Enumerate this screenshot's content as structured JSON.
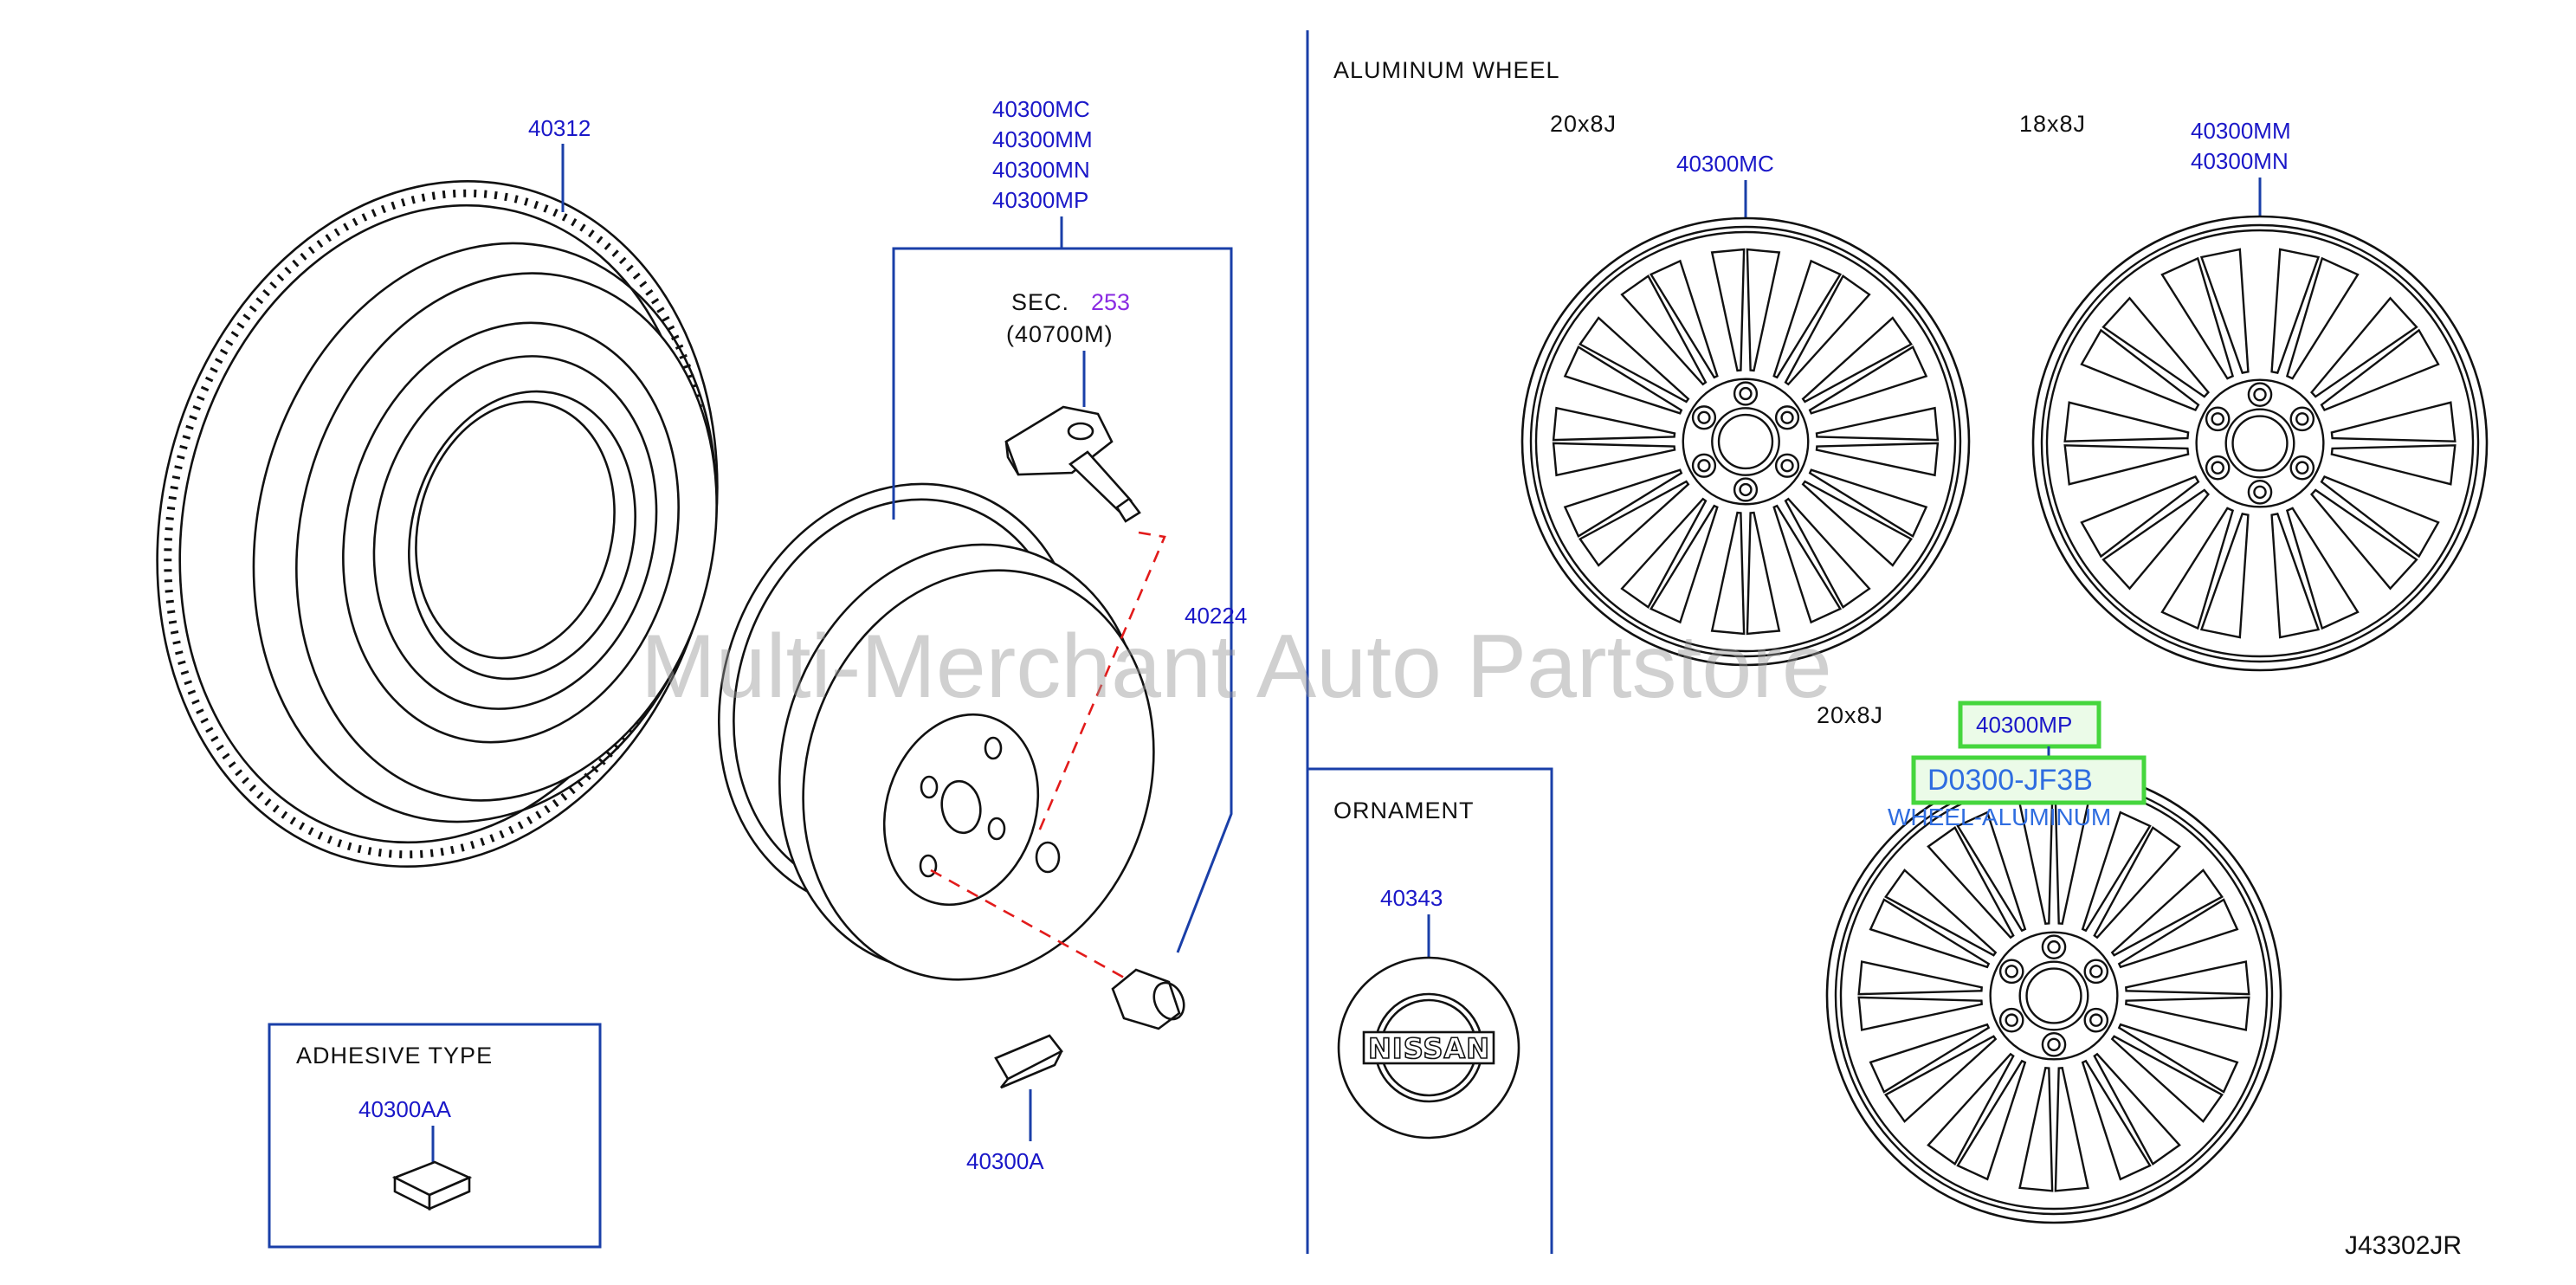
{
  "diagram_code": "J43302JR",
  "watermark": "Multi-Merchant Auto Partstore",
  "parts": {
    "tire": "40312",
    "wheel_group": [
      "40300MC",
      "40300MM",
      "40300MN",
      "40300MP"
    ],
    "sensor_sec_label": "SEC.",
    "sensor_sec_number": "253",
    "sensor_part": "(40700M)",
    "nut": "40224",
    "balance_weight": "40300A",
    "adhesive_weight": "40300AA",
    "ornament": "40343"
  },
  "adhesive_box": {
    "title": "ADHESIVE   TYPE"
  },
  "aluminum_box": {
    "title": "ALUMINUM   WHEEL",
    "wheel_a": {
      "size": "20x8J",
      "part": "40300MC"
    },
    "wheel_b": {
      "size": "18x8J",
      "parts": [
        "40300MM",
        "40300MN"
      ]
    },
    "wheel_c": {
      "size": "20x8J",
      "part": "40300MP"
    }
  },
  "ornament_box": {
    "title": "ORNAMENT",
    "logo_text": "NISSAN"
  },
  "highlight": {
    "part_number": "D0300-JF3B",
    "description": "WHEEL-ALUMINUM"
  },
  "colors": {
    "callout": "#1a17c8",
    "sec_number": "#8a2be2",
    "highlight_border": "#45d63d",
    "highlight_text": "#2f6de0",
    "dashed_path": "#e21b1b"
  }
}
